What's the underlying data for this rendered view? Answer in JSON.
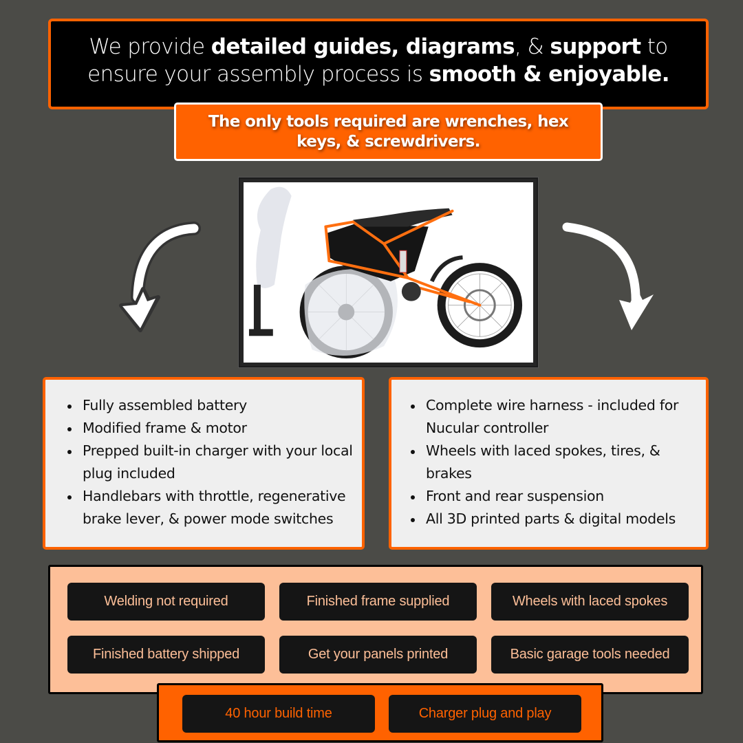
{
  "headline": {
    "line1_pre": "We provide ",
    "line1_bold": "detailed guides, diagrams",
    "line1_mid": ", & ",
    "line1_bold2": "support",
    "line1_post": " to",
    "line2_pre": "ensure your assembly process is ",
    "line2_bold": "smooth & enjoyable."
  },
  "tools_banner": {
    "text": "The only tools required are wrenches, hex keys, & screwdrivers."
  },
  "photo": {
    "alt": "Partially assembled electric dirt bike wrapped in bubble wrap with orange frame",
    "icon": "motorcycle-photo"
  },
  "arrows": {
    "left": "curved-arrow-down-left-icon",
    "right": "curved-arrow-down-right-icon"
  },
  "left_panel": {
    "items": [
      "Fully assembled battery",
      "Modified frame & motor",
      "Prepped built-in charger with your local plug included",
      "Handlebars with throttle, regenerative brake lever, & power mode switches"
    ]
  },
  "right_panel": {
    "items": [
      "Complete wire harness - included for Nucular controller",
      "Wheels with laced spokes, tires, & brakes",
      "Front and rear suspension",
      "All 3D printed parts & digital models"
    ]
  },
  "highlights": {
    "items": [
      "Welding not required",
      "Finished frame supplied",
      "Wheels with laced spokes",
      "Finished battery shipped",
      "Get your panels printed",
      "Basic garage tools needed"
    ]
  },
  "bottom_highlights": {
    "items": [
      "40 hour build time",
      "Charger plug and play"
    ]
  },
  "colors": {
    "background": "#4b4b47",
    "accent_orange": "#ff6200",
    "peach": "#fdbf98",
    "pill_dark": "#151515",
    "panel_light": "#efefef"
  }
}
